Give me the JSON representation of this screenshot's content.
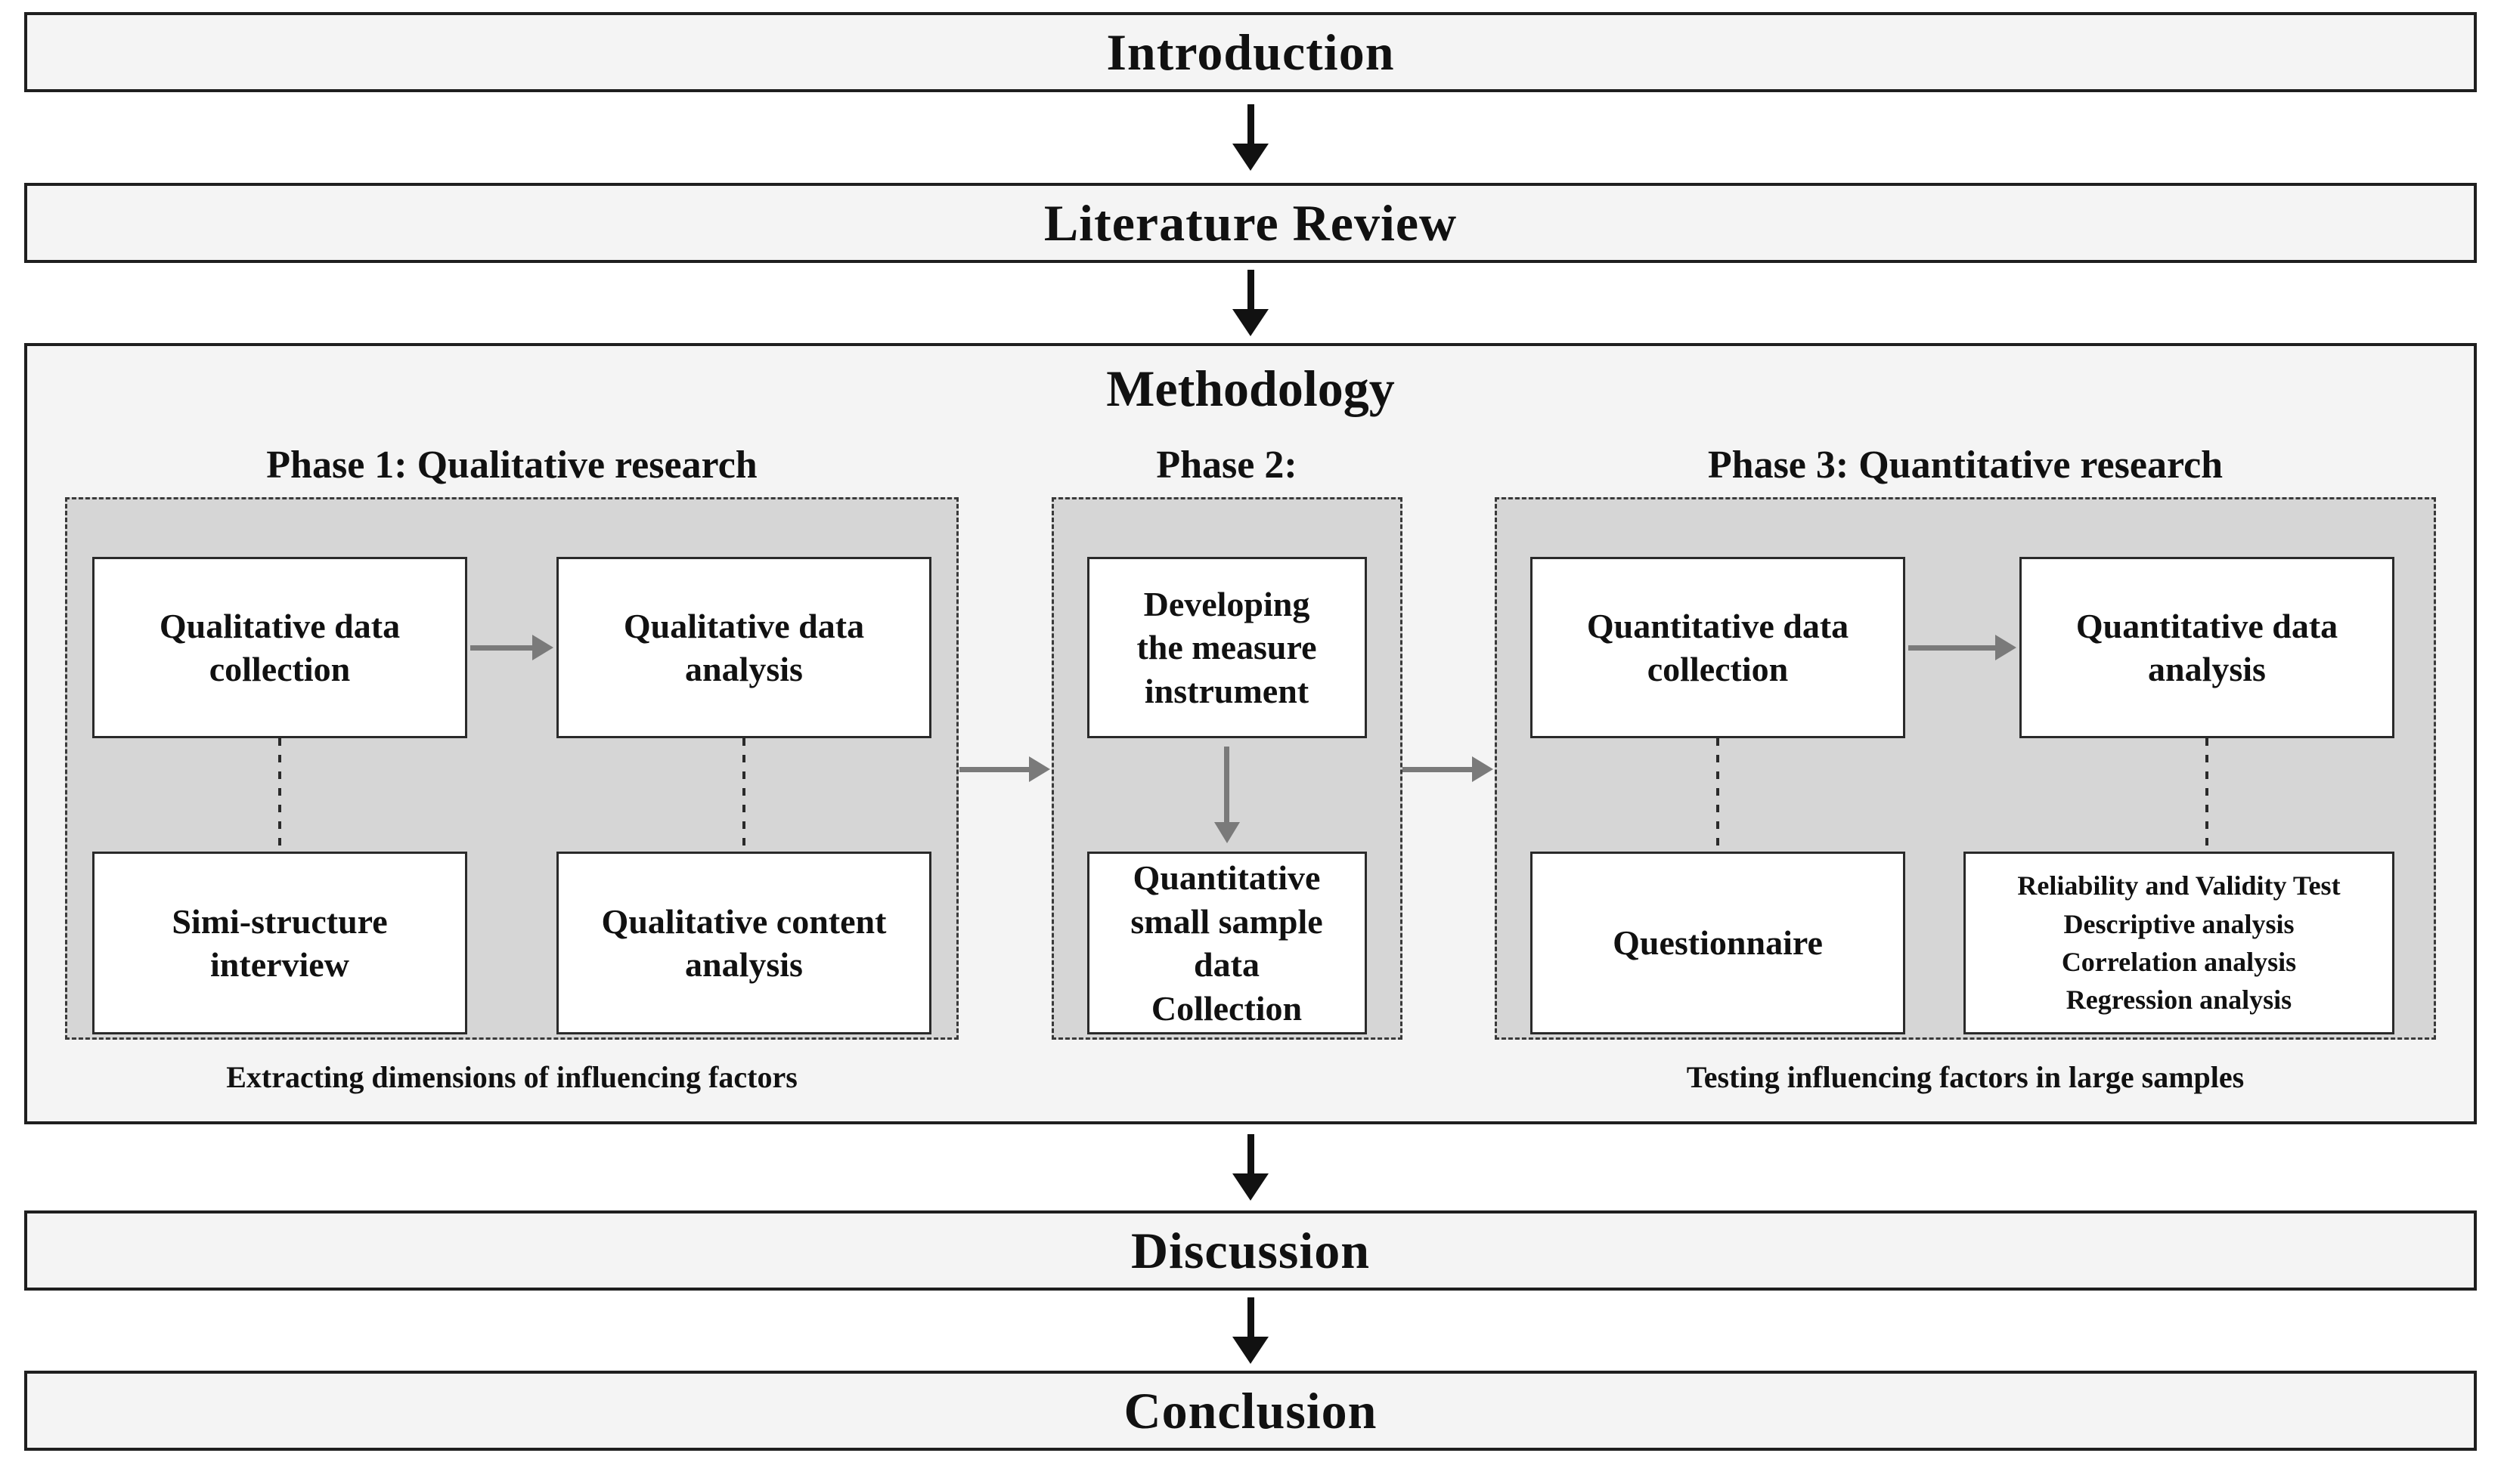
{
  "sections": {
    "introduction": "Introduction",
    "literature_review": "Literature Review",
    "methodology": "Methodology",
    "discussion": "Discussion",
    "conclusion": "Conclusion"
  },
  "phase1": {
    "label": "Phase 1: Qualitative research",
    "box_collection": "Qualitative data\ncollection",
    "box_analysis": "Qualitative data\nanalysis",
    "box_interview": "Simi-structure\ninterview",
    "box_content": "Qualitative content\nanalysis",
    "caption": "Extracting dimensions of influencing factors"
  },
  "phase2": {
    "label": "Phase 2:",
    "box_instrument": "Developing\nthe measure\ninstrument",
    "box_small_sample": "Quantitative\nsmall sample data\nCollection"
  },
  "phase3": {
    "label": "Phase 3: Quantitative research",
    "box_collection": "Quantitative data\ncollection",
    "box_analysis": "Quantitative data\nanalysis",
    "box_questionnaire": "Questionnaire",
    "box_tests": "Reliability and Validity Test\nDescriptive analysis\nCorrelation analysis\nRegression analysis",
    "caption": "Testing influencing factors in large samples"
  },
  "colors": {
    "bar_fill": "#f4f4f4",
    "phase_fill": "#d6d6d6",
    "box_fill": "#ffffff",
    "border": "#1f1f1f",
    "gray_arrow": "#7a7a7a",
    "black_arrow": "#111111"
  }
}
